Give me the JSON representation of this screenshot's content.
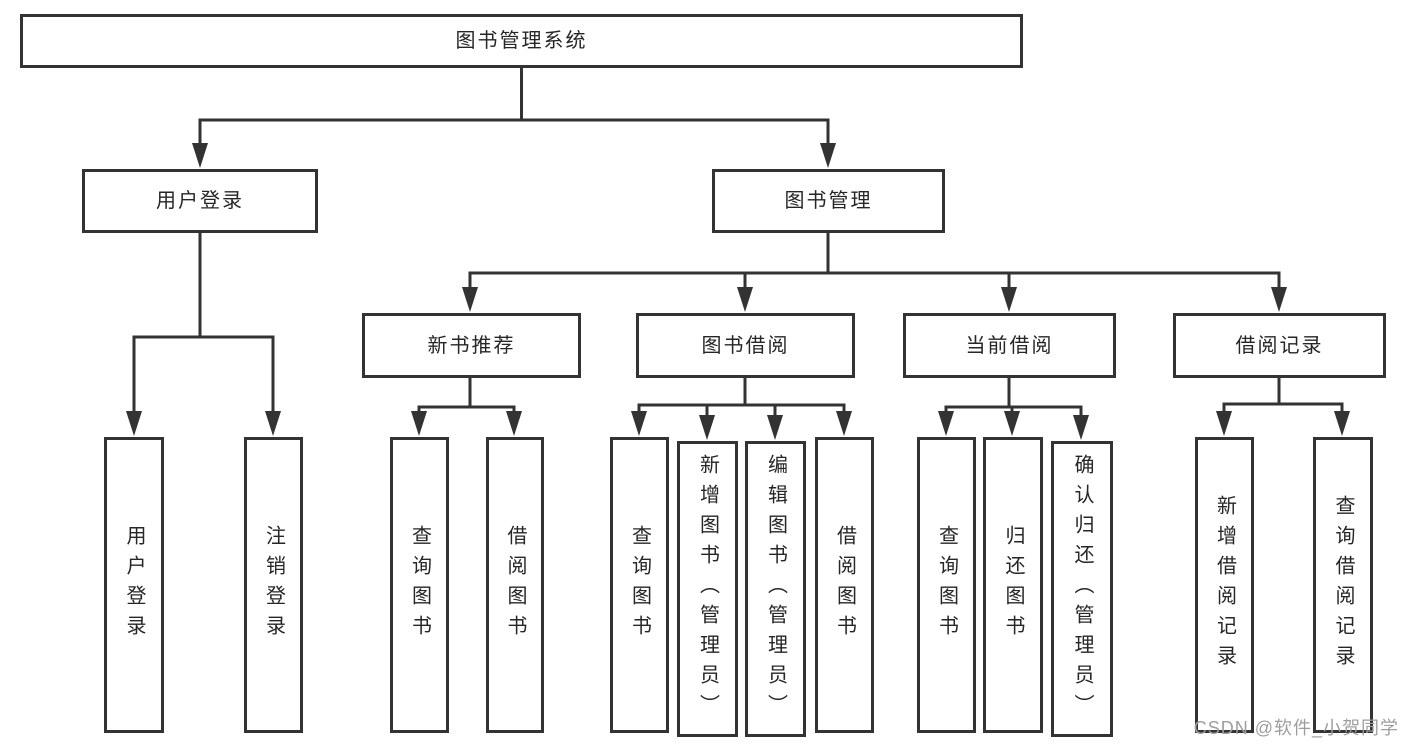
{
  "diagram": {
    "root": {
      "label": "图书管理系统"
    },
    "level2": [
      {
        "label": "用户登录"
      },
      {
        "label": "图书管理"
      }
    ],
    "level3": [
      {
        "label": "新书推荐"
      },
      {
        "label": "图书借阅"
      },
      {
        "label": "当前借阅"
      },
      {
        "label": "借阅记录"
      }
    ],
    "leaves": {
      "login": [
        {
          "label": "用户登录"
        },
        {
          "label": "注销登录"
        }
      ],
      "newbook": [
        {
          "label": "查询图书"
        },
        {
          "label": "借阅图书"
        }
      ],
      "borrow": [
        {
          "label": "查询图书"
        },
        {
          "label": "新增图书（管理员）"
        },
        {
          "label": "编辑图书（管理员）"
        },
        {
          "label": "借阅图书"
        }
      ],
      "current": [
        {
          "label": "查询图书"
        },
        {
          "label": "归还图书"
        },
        {
          "label": "确认归还（管理员）"
        }
      ],
      "records": [
        {
          "label": "新增借阅记录"
        },
        {
          "label": "查询借阅记录"
        }
      ]
    },
    "watermark": "CSDN @软件_小贺同学",
    "colors": {
      "line": "#333333",
      "border": "#333333",
      "text": "#262626",
      "watermark": "#9e9e9e",
      "background": "#ffffff"
    }
  }
}
